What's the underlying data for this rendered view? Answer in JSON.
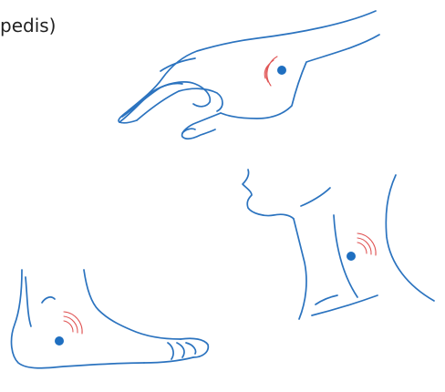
{
  "caption": "pedis)",
  "colors": {
    "outline": "#2b73bf",
    "pulse_dot": "#1f6fc0",
    "pulse_wave": "#e05555",
    "background": "#ffffff"
  },
  "illustrations": [
    {
      "name": "hand-wrist",
      "marker": "pulse-dot"
    },
    {
      "name": "neck",
      "marker": "pulse-dot"
    },
    {
      "name": "foot-ankle",
      "marker": "pulse-dot"
    }
  ]
}
